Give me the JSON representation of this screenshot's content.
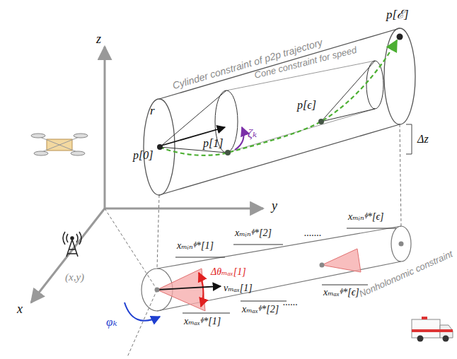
{
  "diagram": {
    "labels": [
      "Cylinder constraint of p2p trajectory",
      "Cone constraint for speed",
      "z",
      "y",
      "x",
      "r",
      "p[1]",
      "p[0]",
      "ζₖ",
      "p[ϵ]",
      "p[ℰ]",
      "Δz",
      "(x,y)",
      "xₘᵢₙᶲ*[1]",
      "xₘᵢₙᶲ*[2]",
      ".......",
      "xₘᵢₙᶲ*[ϵ]",
      "Δθₘₐₓ[1]",
      "vₘₐₓ[1]",
      "......",
      "xₘₐₓᶲ*[1]",
      "xₘₐₓᶲ*[2]",
      "φₖ",
      "xₘₐₓᶲ*[ϵ]",
      "Nonholonomic constraint"
    ]
  }
}
